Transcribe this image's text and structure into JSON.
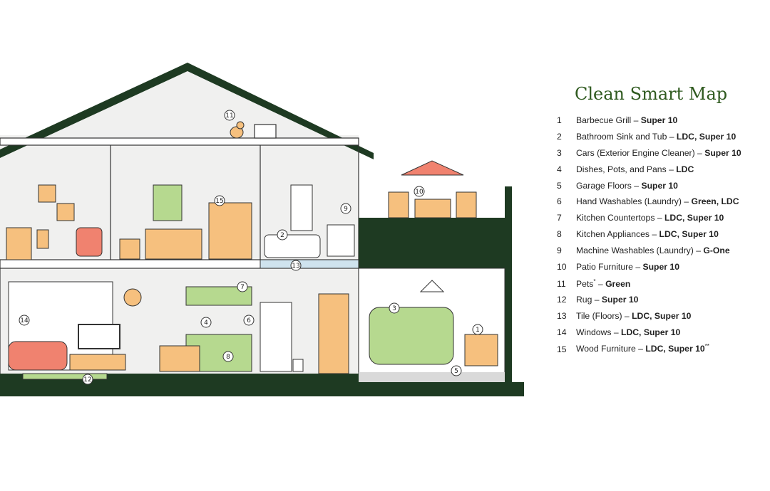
{
  "legend": {
    "title": "Clean Smart Map",
    "items": [
      {
        "number": "1",
        "label": "Barbecue Grill – ",
        "products": "Super 10",
        "sup": ""
      },
      {
        "number": "2",
        "label": "Bathroom Sink and Tub – ",
        "products": "LDC, Super 10",
        "sup": ""
      },
      {
        "number": "3",
        "label": "Cars (Exterior Engine Cleaner) – ",
        "products": "Super 10",
        "sup": ""
      },
      {
        "number": "4",
        "label": "Dishes, Pots, and Pans – ",
        "products": "LDC",
        "sup": ""
      },
      {
        "number": "5",
        "label": "Garage Floors – ",
        "products": "Super 10",
        "sup": ""
      },
      {
        "number": "6",
        "label": "Hand Washables (Laundry) – ",
        "products": "Green, LDC",
        "sup": ""
      },
      {
        "number": "7",
        "label": "Kitchen Countertops – ",
        "products": "LDC, Super 10",
        "sup": ""
      },
      {
        "number": "8",
        "label": "Kitchen Appliances – ",
        "products": "LDC, Super 10",
        "sup": ""
      },
      {
        "number": "9",
        "label": "Machine Washables (Laundry) – ",
        "products": "G-One",
        "sup": ""
      },
      {
        "number": "10",
        "label": "Patio Furniture – ",
        "products": "Super 10",
        "sup": ""
      },
      {
        "number": "11",
        "label": "Pets",
        "products": "Green",
        "sup": "*",
        "sep": " – "
      },
      {
        "number": "12",
        "label": "Rug – ",
        "products": "Super 10",
        "sup": ""
      },
      {
        "number": "13",
        "label": "Tile (Floors) – ",
        "products": "LDC, Super 10",
        "sup": ""
      },
      {
        "number": "14",
        "label": "Windows – ",
        "products": "LDC, Super 10",
        "sup": ""
      },
      {
        "number": "15",
        "label": "Wood Furniture – ",
        "products": "LDC, Super 10",
        "sup": "**",
        "sup_after_products": true
      }
    ]
  },
  "markers": [
    "1",
    "2",
    "3",
    "4",
    "5",
    "6",
    "7",
    "8",
    "9",
    "10",
    "11",
    "12",
    "13",
    "14",
    "15"
  ],
  "colors": {
    "dark_green": "#1e3a22",
    "title_green": "#2f5a1f",
    "wall": "#f0f0ef",
    "orange": "#f6c07e",
    "coral": "#f0826f",
    "light_green": "#b6d98f",
    "outline": "#333333"
  }
}
